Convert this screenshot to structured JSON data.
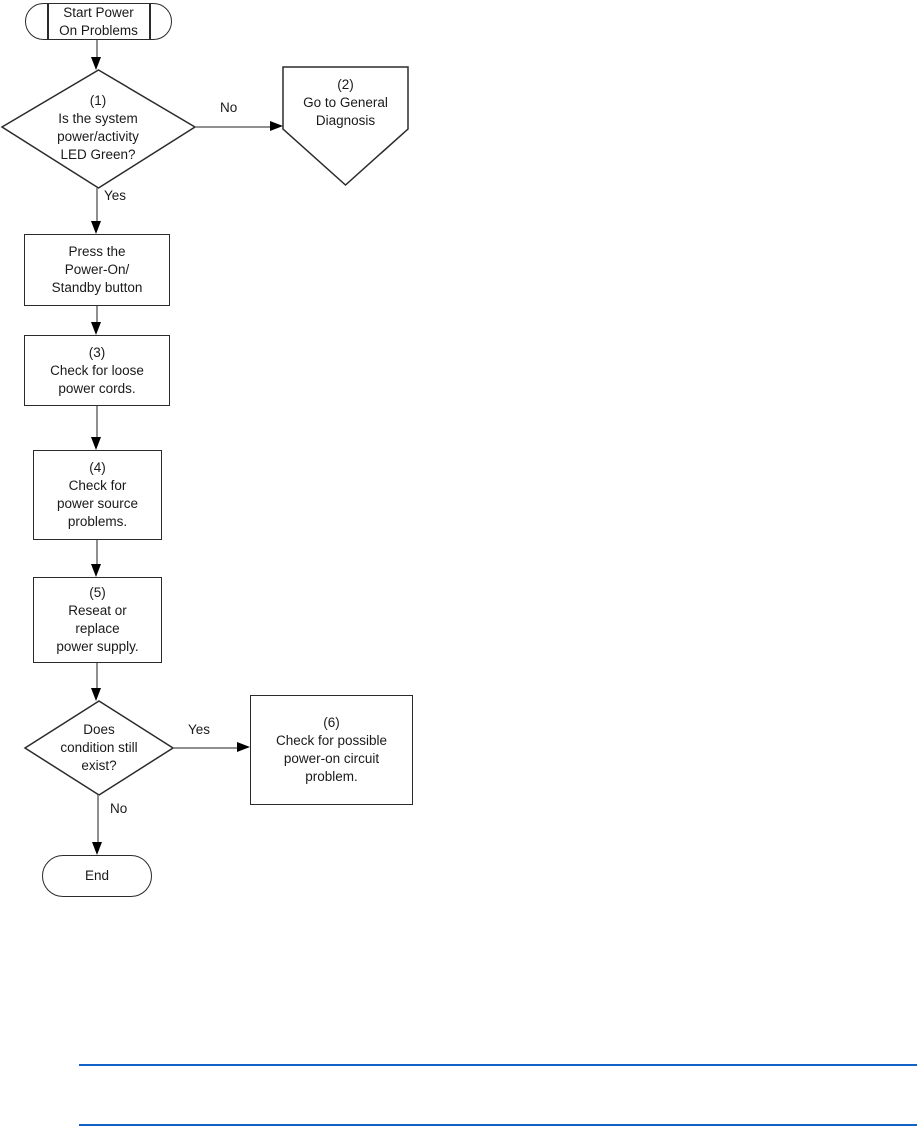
{
  "flowchart": {
    "start": {
      "text": "Start Power\nOn Problems"
    },
    "decision1": {
      "text": "(1)\nIs the system\npower/activity\nLED Green?"
    },
    "offpage2": {
      "text": "(2)\nGo to General\nDiagnosis"
    },
    "press": {
      "text": "Press the\nPower-On/\nStandby button"
    },
    "step3": {
      "text": "(3)\nCheck for loose\npower cords."
    },
    "step4": {
      "text": "(4)\nCheck for\npower source\nproblems."
    },
    "step5": {
      "text": "(5)\nReseat or\nreplace\npower supply."
    },
    "decision2": {
      "text": "Does\ncondition still\nexist?"
    },
    "step6": {
      "text": "(6)\nCheck for possible\npower-on circuit\nproblem."
    },
    "end": {
      "text": "End"
    },
    "labels": {
      "no1": "No",
      "yes1": "Yes",
      "yes2": "Yes",
      "no2": "No"
    }
  },
  "colors": {
    "shape_border": "#2b2b2b",
    "connector": "#8f8f8f",
    "arrow": "#000000",
    "rule": "#1062c8"
  }
}
